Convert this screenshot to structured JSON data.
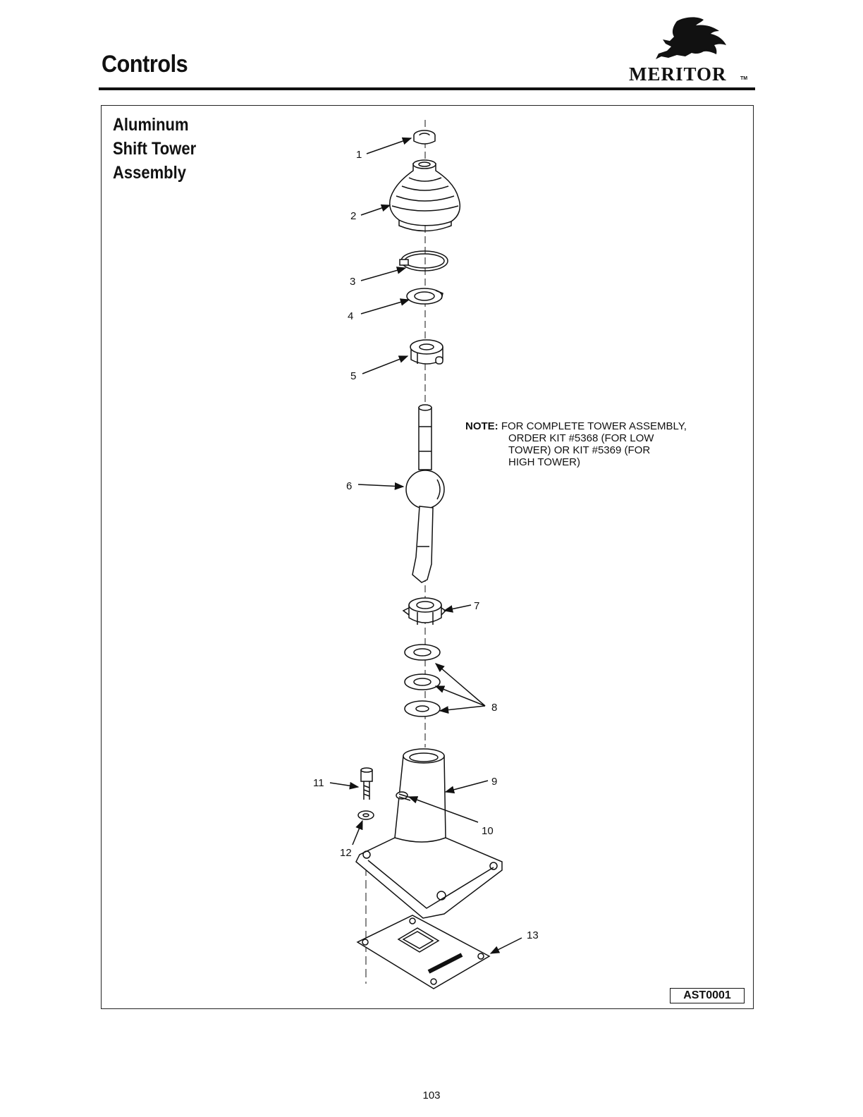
{
  "header": {
    "section_title": "Controls",
    "brand": "MERITOR",
    "brand_tm": "TM"
  },
  "panel": {
    "title_lines": [
      "Aluminum",
      "Shift Tower",
      "Assembly"
    ],
    "note_label": "NOTE:",
    "note_lines": [
      "FOR COMPLETE TOWER ASSEMBLY,",
      "ORDER KIT #5368 (FOR LOW",
      "TOWER) OR KIT #5369 (FOR",
      "HIGH TOWER)"
    ],
    "figure_code": "AST0001"
  },
  "callouts": [
    "1",
    "2",
    "3",
    "4",
    "5",
    "6",
    "7",
    "8",
    "9",
    "10",
    "11",
    "12",
    "13"
  ],
  "footer": {
    "page_number": "103"
  }
}
